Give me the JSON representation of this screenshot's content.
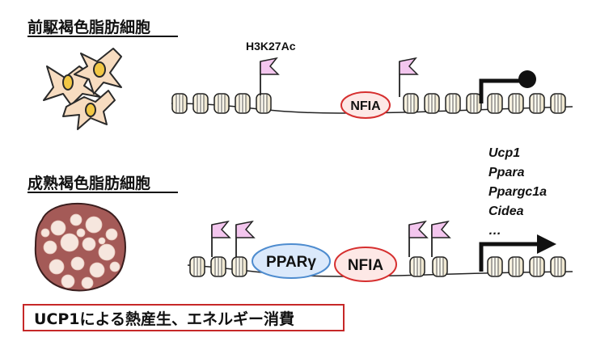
{
  "sections": {
    "precursor": {
      "heading": "前駆褐色脂肪細胞",
      "mark_label": "H3K27Ac",
      "factor": "NFIA"
    },
    "mature": {
      "heading": "成熟褐色脂肪細胞",
      "factor_1": "PPARγ",
      "factor_2": "NFIA",
      "genes": [
        "Ucp1",
        "Ppara",
        "Ppargc1a",
        "Cidea",
        "…"
      ]
    }
  },
  "footer_box": {
    "text": "UCP1による熱産生、エネルギー消費"
  },
  "colors": {
    "flag": "#f3c6ee",
    "nfia_fill": "#fde8e6",
    "nfia_stroke": "#d62f2f",
    "ppar_fill": "#dbe9fb",
    "ppar_stroke": "#4e8ccf",
    "cell_fill": "#f7dcc0",
    "nucleus": "#f2c744",
    "mature_cell": "#a45a57",
    "box_border": "#c62828"
  }
}
